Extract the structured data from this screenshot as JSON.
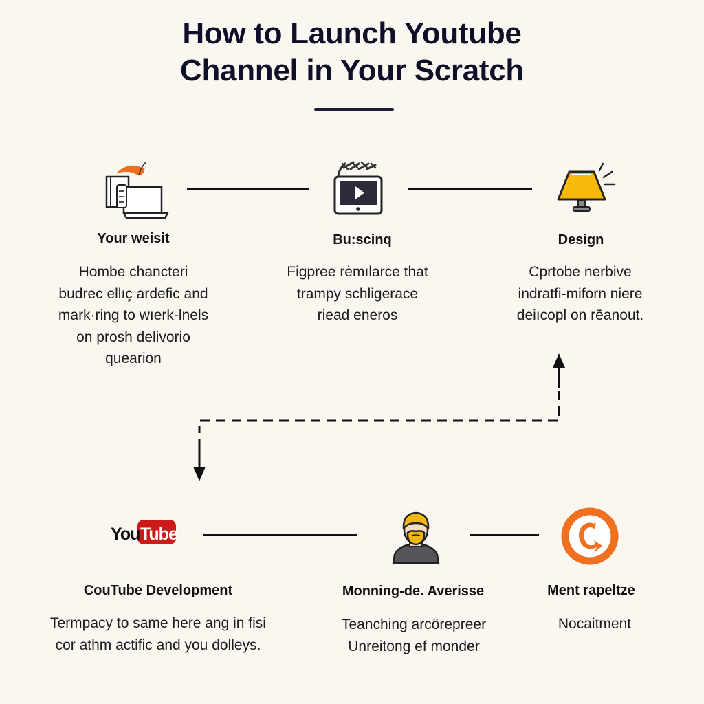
{
  "title": {
    "line1": "How to Launch Youtube",
    "line2": "Channel in Your Scratch"
  },
  "colors": {
    "background": "#f9f7ef",
    "title": "#0f0f2a",
    "orange": "#f07020",
    "youtube_red": "#cc1a1a",
    "lamp_yellow": "#f8b80c",
    "line": "#111111"
  },
  "steps": [
    {
      "id": "website",
      "icon": "laptop-with-orange-leaf-icon",
      "title": "Your weisit",
      "description": "Hombe chancteri\nbudrec ellıç ardefic and\nmark·ring to wıerk-lnels\non prosh delivorio\nquearion"
    },
    {
      "id": "busing",
      "icon": "video-player-screen-icon",
      "title": "Bu:scinq",
      "description": "Figpree rėmılarce that\ntrampy schligerace\nriead eneros"
    },
    {
      "id": "design",
      "icon": "lamp-icon",
      "title": "Design",
      "description": "Cprtobe nerbive\nindratfi-miforn niere\ndeiıcopl on rēanout."
    },
    {
      "id": "youtube-development",
      "icon": "youtube-logo-icon",
      "logo_you": "You",
      "logo_tube": "Tube",
      "title": "CouTube Development",
      "description": "Termpacy to same here ang in fisi\ncor athm actific and you dolleys."
    },
    {
      "id": "monning",
      "icon": "bearded-person-avatar-icon",
      "title": "Monning-de. Averisse",
      "description": "Teanching arcörepreer\nUnreitong ef monder"
    },
    {
      "id": "ment",
      "icon": "orange-circular-c-icon",
      "title": "Ment rapeltze",
      "description": "Nocaitment"
    }
  ],
  "connectors": [
    {
      "from": "website",
      "to": "busing",
      "style": "solid"
    },
    {
      "from": "busing",
      "to": "design",
      "style": "solid"
    },
    {
      "from": "youtube-development",
      "to": "design",
      "style": "dashed-arrow",
      "note": "bidirectional elbow arrow"
    },
    {
      "from": "youtube-development",
      "to": "monning",
      "style": "solid"
    },
    {
      "from": "monning",
      "to": "ment",
      "style": "solid"
    }
  ]
}
